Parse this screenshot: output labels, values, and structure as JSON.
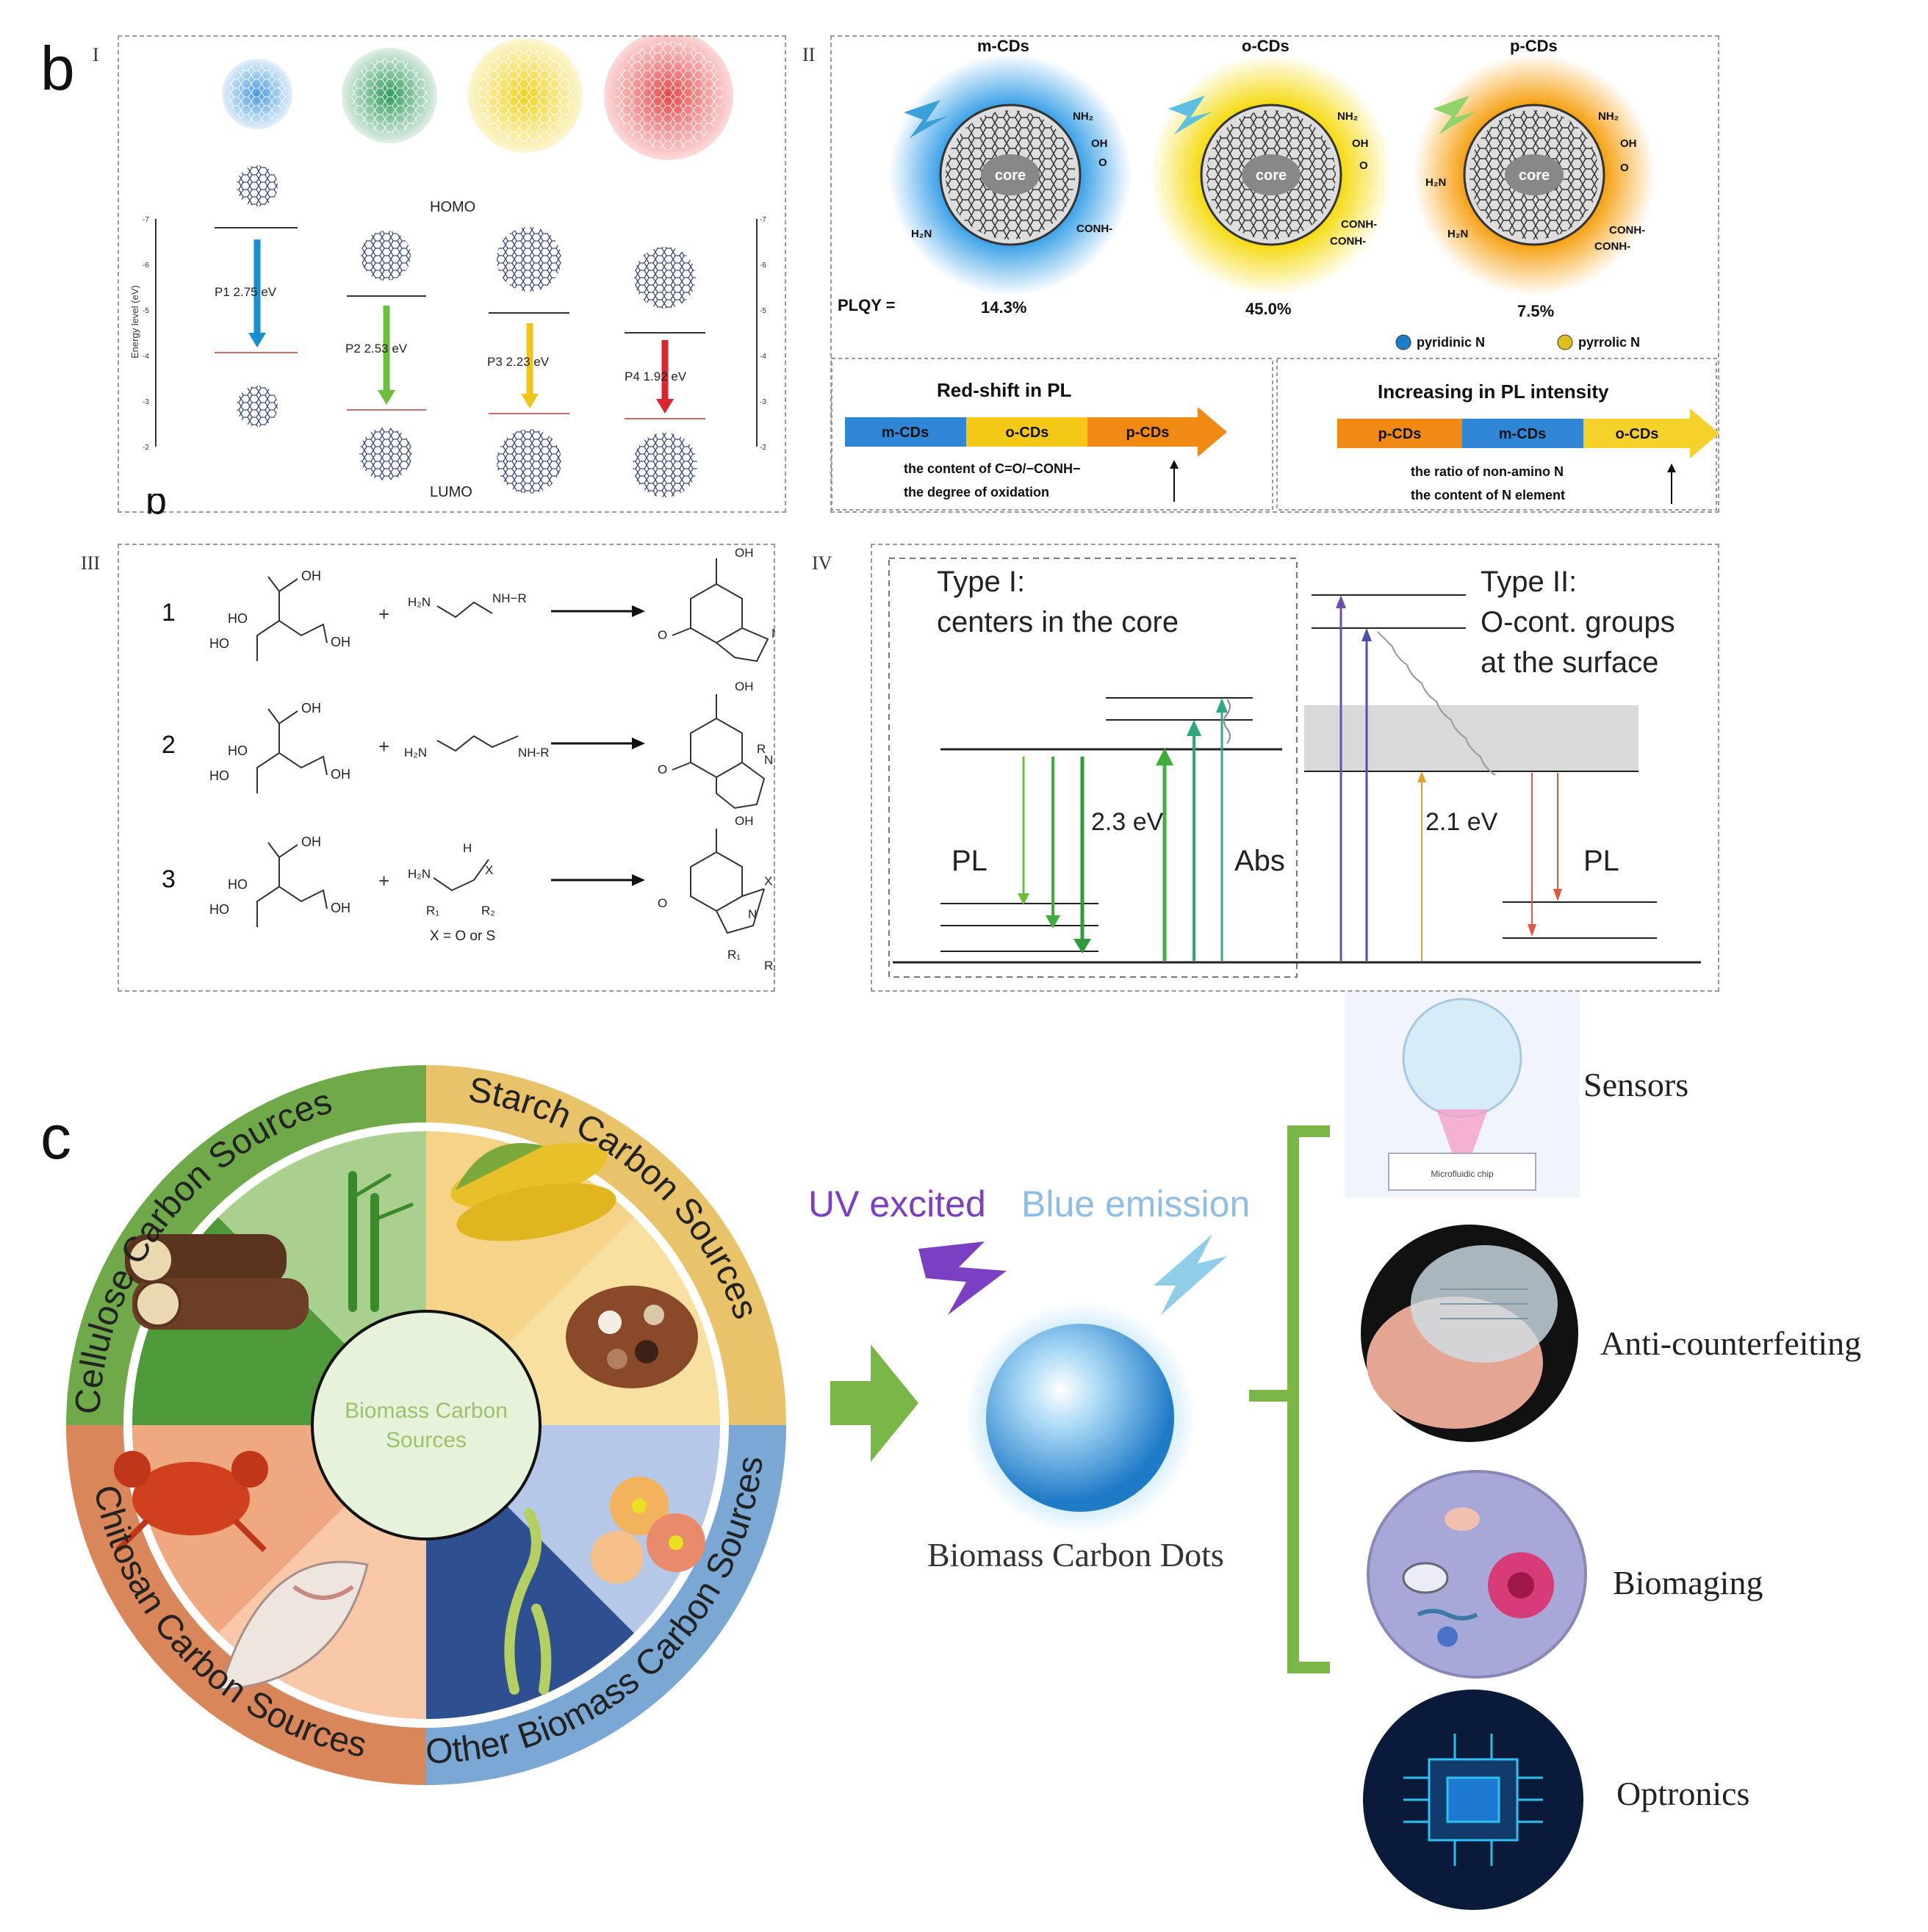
{
  "panel_letters": {
    "b": "b",
    "b_partial": "b",
    "c": "c"
  },
  "roman": {
    "I": "I",
    "II": "II",
    "III": "III",
    "IV": "IV"
  },
  "panel_I": {
    "homo": "HOMO",
    "lumo": "LUMO",
    "axis_label": "Energy level (eV)",
    "axis_ticks": [
      "-7",
      "-6",
      "-5",
      "-4",
      "-3",
      "-2"
    ],
    "transitions": [
      {
        "label": "P1 2.75 eV",
        "color": "#1a8fd0"
      },
      {
        "label": "P2 2.53 eV",
        "color": "#6cbf3c"
      },
      {
        "label": "P3 2.23 eV",
        "color": "#f0c419"
      },
      {
        "label": "P4 1.92 eV",
        "color": "#d9252b"
      }
    ],
    "dot_colors": [
      "#4a9be0",
      "#2f9a5a",
      "#f0d21e",
      "#e94848"
    ]
  },
  "panel_II": {
    "titles": [
      "m-CDs",
      "o-CDs",
      "p-CDs"
    ],
    "core": "core",
    "groups": {
      "nh2": "NH₂",
      "oh": "OH",
      "co": "O",
      "conh": "CONH-",
      "h2n": "H₂N"
    },
    "plqy_label": "PLQY =",
    "plqy_values": [
      "14.3%",
      "45.0%",
      "7.5%"
    ],
    "legend": [
      "pyridinic N",
      "pyrrolic N"
    ],
    "glow_colors": [
      "#2e9be6",
      "#f5d800",
      "#f59a00"
    ],
    "redshift_title": "Red-shift in PL",
    "redshift_bar": [
      "m-CDs",
      "o-CDs",
      "p-CDs"
    ],
    "redshift_notes": [
      "the content of C=O/−CONH−",
      "the degree of oxidation"
    ],
    "intensity_title": "Increasing in PL intensity",
    "intensity_bar": [
      "p-CDs",
      "m-CDs",
      "o-CDs"
    ],
    "intensity_notes": [
      "the ratio of non-amino N",
      "the content of  N element"
    ]
  },
  "panel_III": {
    "rows": [
      {
        "num": "1",
        "amine": "H₂N⁄⁀⁄NH−R"
      },
      {
        "num": "2",
        "amine": "H₂N⁄⁀⁀⁄NH-R"
      },
      {
        "num": "3",
        "amine": "H₂N  X"
      }
    ],
    "x_note": "X = O or S",
    "labels": {
      "oh": "OH",
      "ho": "HO",
      "o": "O",
      "r": "R",
      "n": "N",
      "x": "X",
      "r1": "R₁",
      "r2": "R₂",
      "h": "H"
    }
  },
  "panel_IV": {
    "type1": [
      "Type I:",
      "centers in the core"
    ],
    "type2": [
      "Type II:",
      "O-cont. groups",
      "at the surface"
    ],
    "pl": "PL",
    "abs": "Abs",
    "e1": "2.3 eV",
    "e2": "2.1 eV"
  },
  "panel_c": {
    "center": [
      "Biomass Carbon",
      "Sources"
    ],
    "sector_labels": [
      "Cellulose Carbon Sources",
      "Starch Carbon Sources",
      "Other Biomass Carbon Sources",
      "Chitosan Carbon Sources"
    ],
    "uv": "UV excited",
    "blue": "Blue emission",
    "dot_label": "Biomass Carbon Dots",
    "applications": [
      "Sensors",
      "Anti-counterfeiting",
      "Biomaging",
      "Optronics"
    ],
    "chip_label": "Microfluidic chip",
    "colors": {
      "green": "#6fa94a",
      "yellow": "#e8c36a",
      "blue": "#7aa7d4",
      "orange": "#d9875a",
      "arrow": "#7ab648",
      "bracket": "#7ab648",
      "uv": "#7b3fc4",
      "blue_text": "#8fbde6"
    }
  }
}
